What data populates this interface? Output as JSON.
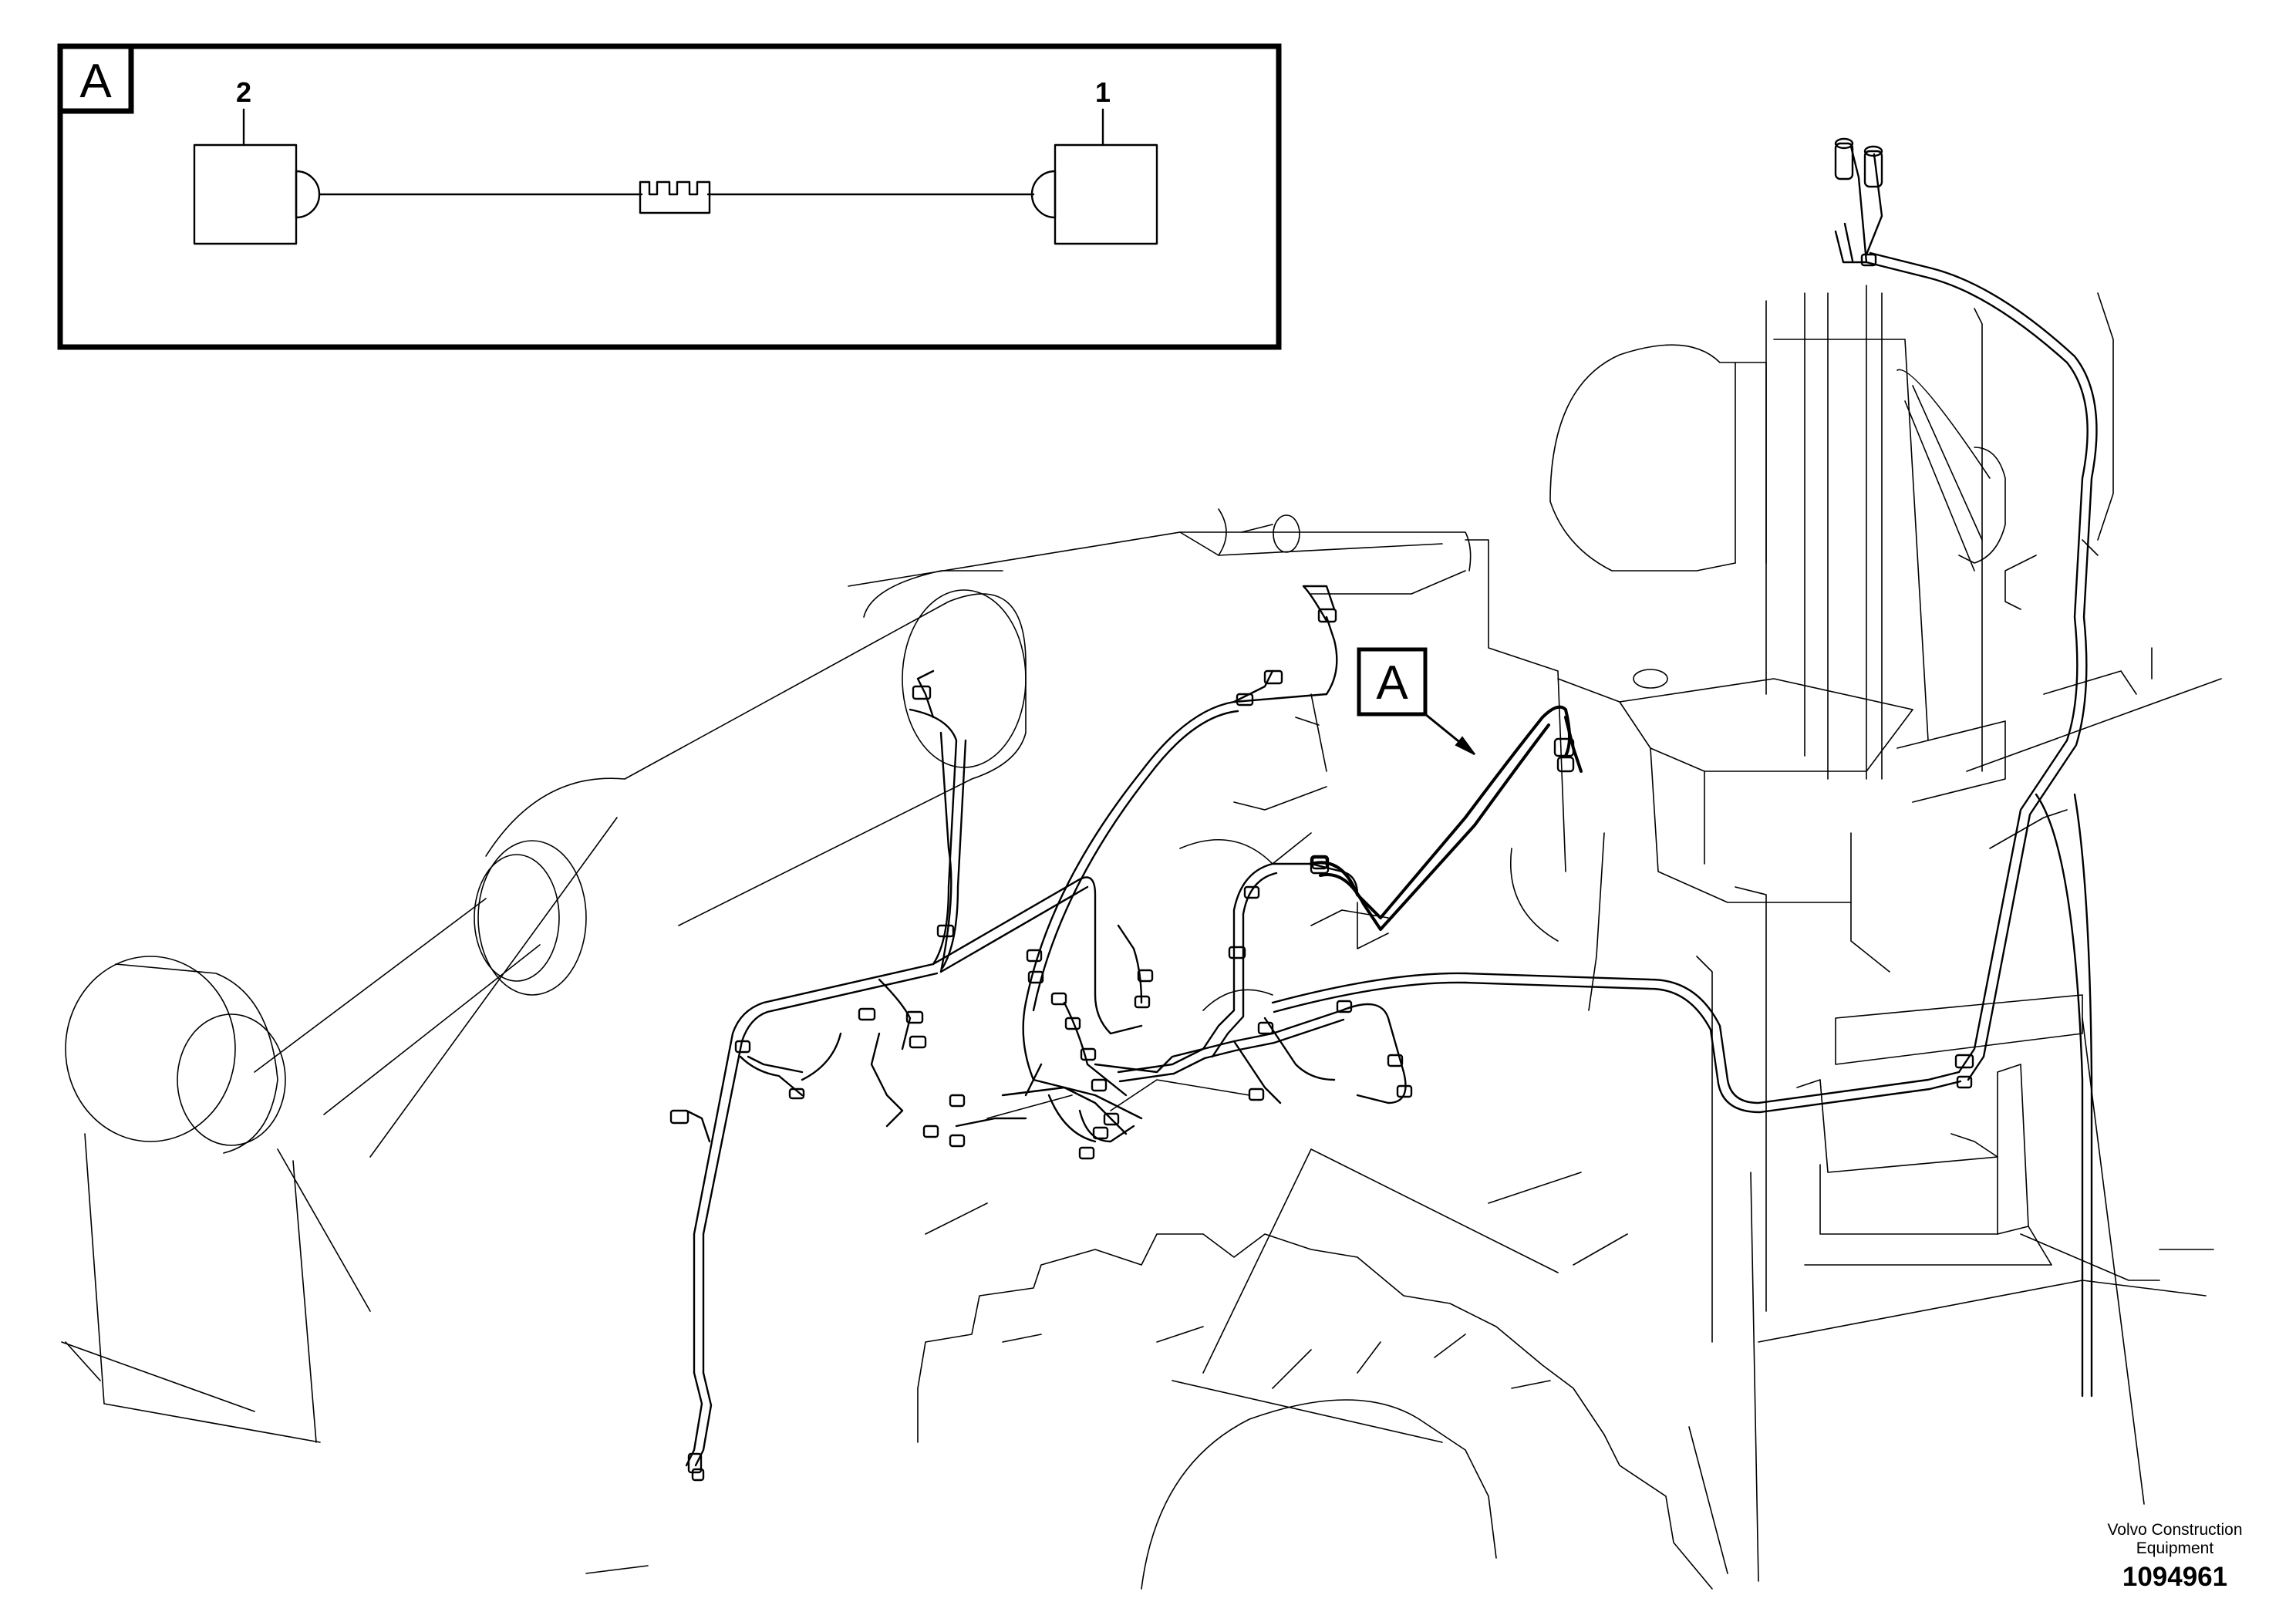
{
  "inset": {
    "label": "A",
    "components": [
      {
        "id": "2",
        "label": "2"
      },
      {
        "id": "1",
        "label": "1"
      }
    ]
  },
  "callout": {
    "label": "A"
  },
  "footer": {
    "company_line1": "Volvo Construction",
    "company_line2": "Equipment",
    "part_number": "1094961"
  }
}
